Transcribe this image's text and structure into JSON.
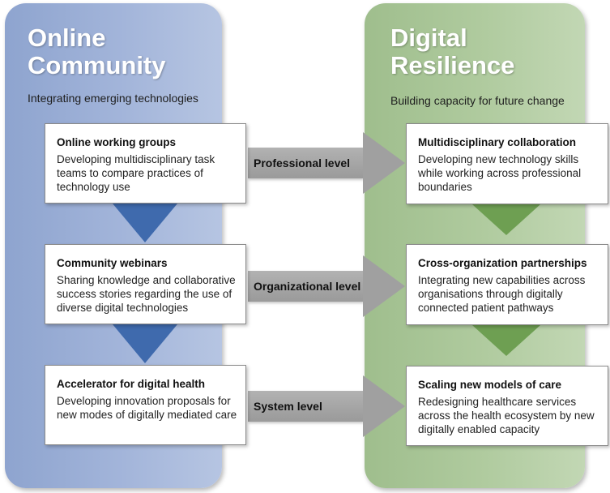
{
  "left_panel": {
    "title": "Online\nCommunity",
    "subtitle": "Integrating emerging technologies",
    "color": "#8ea4cf",
    "boxes": [
      {
        "title": "Online working groups",
        "desc": "Developing multidisciplinary task teams to compare practices of technology use"
      },
      {
        "title": "Community webinars",
        "desc": "Sharing knowledge and collaborative success stories regarding the use of diverse digital technologies"
      },
      {
        "title": "Accelerator for digital health",
        "desc": "Developing innovation proposals for new modes of digitally mediated care"
      }
    ]
  },
  "right_panel": {
    "title": "Digital\nResilience",
    "subtitle": "Building capacity for future change",
    "color": "#a6c494",
    "boxes": [
      {
        "title": "Multidisciplinary collaboration",
        "desc": "Developing new technology skills while working across professional boundaries"
      },
      {
        "title": "Cross-organization partnerships",
        "desc": "Integrating new capabilities across organisations through digitally connected patient pathways"
      },
      {
        "title": "Scaling new models of care",
        "desc": "Redesigning healthcare services across the health ecosystem by new digitally enabled capacity"
      }
    ]
  },
  "arrows": [
    {
      "label": "Professional level"
    },
    {
      "label": "Organizational level"
    },
    {
      "label": "System level"
    }
  ],
  "colors": {
    "down_arrow_left": "#3f6aad",
    "down_arrow_right": "#6e9f52",
    "connector_arrow": "#a6a6a6"
  }
}
